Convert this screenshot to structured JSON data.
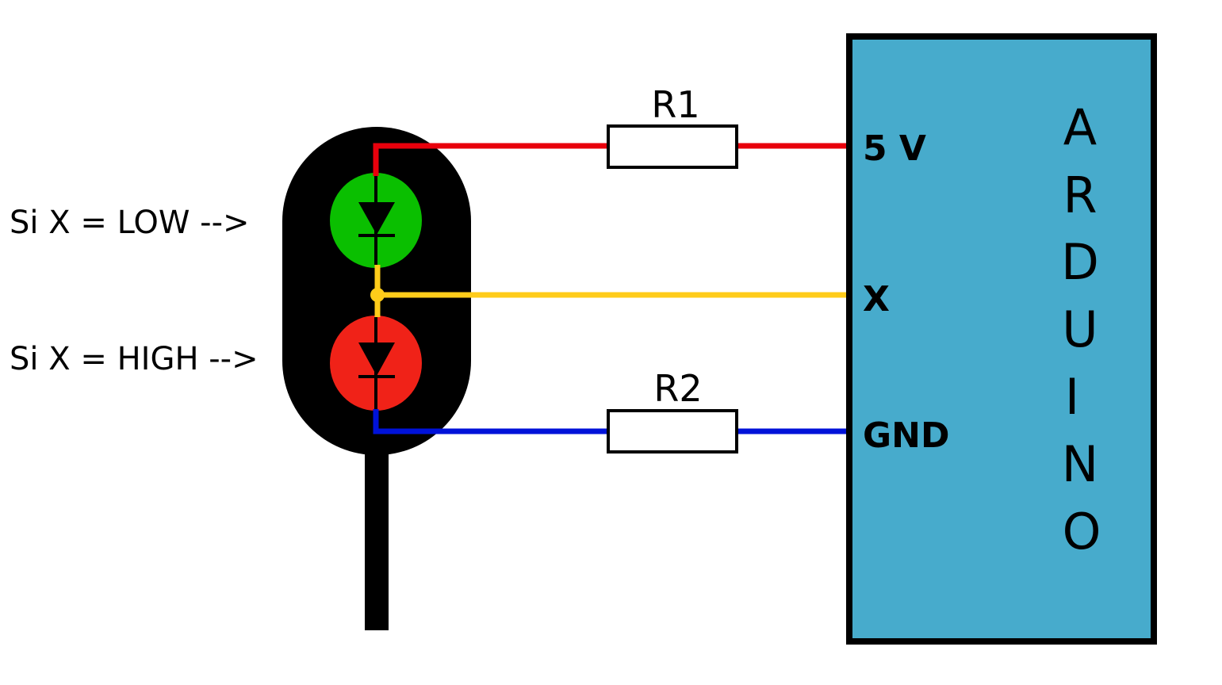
{
  "annotations": {
    "low": "Si X = LOW -->",
    "high": "Si X = HIGH -->"
  },
  "resistors": {
    "r1": "R1",
    "r2": "R2"
  },
  "arduino": {
    "pin_5v": "5 V",
    "pin_x": "X",
    "pin_gnd": "GND",
    "letters": [
      "A",
      "R",
      "D",
      "U",
      "I",
      "N",
      "O"
    ]
  },
  "colors": {
    "board_fill": "#47abcc",
    "signal_body": "#000000",
    "led_green": "#0abf00",
    "led_red": "#f02218",
    "wire_5v": "#e8000c",
    "wire_x": "#ffcc1a",
    "wire_gnd": "#0012d9"
  }
}
